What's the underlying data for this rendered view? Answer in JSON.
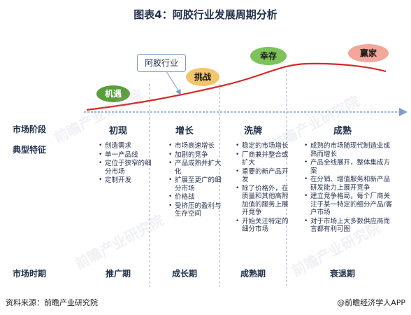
{
  "title": "图表4：阿胶行业发展周期分析",
  "row_labels": {
    "stage": "市场阶段",
    "features": "典型特征",
    "period": "市场时期"
  },
  "callout": "阿胶行业",
  "badges": [
    {
      "label": "机遇",
      "color": "#5a9e3a"
    },
    {
      "label": "挑战",
      "color": "#f3c56b"
    },
    {
      "label": "幸存",
      "color": "#7cc35a"
    },
    {
      "label": "赢家",
      "color": "#f2a79a"
    }
  ],
  "phases": [
    {
      "name": "初现",
      "period": "推广期",
      "features": [
        "创造需求",
        "单一产品线",
        "定位于狭窄的细分市场",
        "定制开发"
      ]
    },
    {
      "name": "增长",
      "period": "成长期",
      "features": [
        "市场高速增长",
        "加剧的竞争",
        "产品成熟并扩大化",
        "扩展至更广的细分市场",
        "价格战",
        "受挤压的盈利与生存空间"
      ]
    },
    {
      "name": "洗牌",
      "period": "成熟期",
      "features": [
        "稳定的市场增长",
        "厂商兼并整合或扩大",
        "重要的新产品开发",
        "除了价格外，在质量和其他高附加值的服务上展开竞争",
        "开始关注特定的细分市场"
      ]
    },
    {
      "name": "成熟",
      "period": "衰退期",
      "features": [
        "成熟的市场随现代制造业成熟而增长",
        "产品全线展开，整体集成方案",
        "在分销、增值服务和新产品研发能力上展开竞争",
        "建立竞争格局，每个厂商关注于某一特定的细分产品/客户市场",
        "对于市场上大多数供应商而言都有利可图"
      ]
    }
  ],
  "footer": {
    "source": "资料来源：前瞻产业研究院",
    "brand": "@前瞻经济学人APP"
  },
  "watermark": "前瞻产业研究院",
  "colors": {
    "curve": "#d42a2a",
    "axis": "#7aa0d0",
    "divider": "#9aa8bd"
  }
}
